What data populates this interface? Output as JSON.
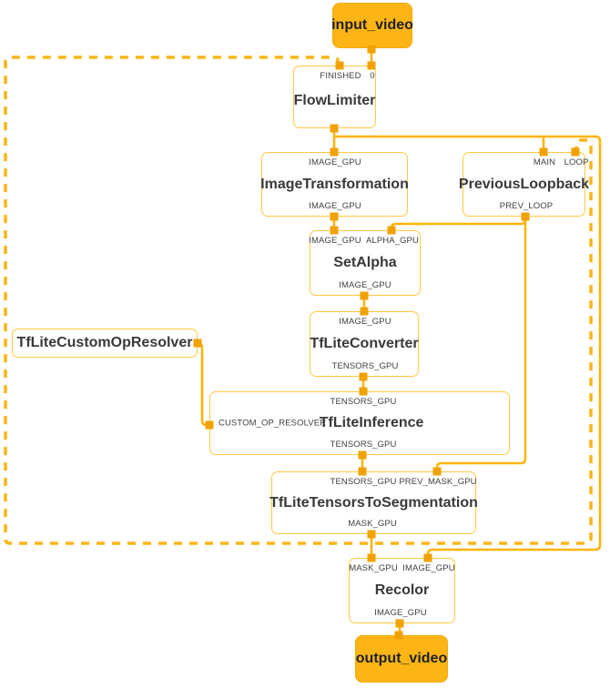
{
  "diagram": {
    "kind": "mediapipe-graph",
    "nodes": {
      "input_video": {
        "label": "input_video"
      },
      "flow_limiter": {
        "title": "FlowLimiter",
        "finished": "FINISHED",
        "zero": "0"
      },
      "image_transformation": {
        "title": "ImageTransformation",
        "in": "IMAGE_GPU",
        "out": "IMAGE_GPU"
      },
      "previous_loopback": {
        "title": "PreviousLoopback",
        "main": "MAIN",
        "loop": "LOOP",
        "out": "PREV_LOOP"
      },
      "set_alpha": {
        "title": "SetAlpha",
        "image": "IMAGE_GPU",
        "alpha": "ALPHA_GPU",
        "out": "IMAGE_GPU"
      },
      "tflite_converter": {
        "title": "TfLiteConverter",
        "in": "IMAGE_GPU",
        "out": "TENSORS_GPU"
      },
      "tflite_custom_op_resolver": {
        "title": "TfLiteCustomOpResolver"
      },
      "tflite_inference": {
        "title": "TfLiteInference",
        "in": "TENSORS_GPU",
        "side": "CUSTOM_OP_RESOLVER",
        "out": "TENSORS_GPU"
      },
      "tflite_tensors_to_segmentation": {
        "title": "TfLiteTensorsToSegmentation",
        "tensors": "TENSORS_GPU",
        "prev_mask": "PREV_MASK_GPU",
        "out": "MASK_GPU"
      },
      "recolor": {
        "title": "Recolor",
        "mask": "MASK_GPU",
        "image": "IMAGE_GPU",
        "out": "IMAGE_GPU"
      },
      "output_video": {
        "label": "output_video"
      }
    },
    "colors": {
      "edge": "#FFB300",
      "back_edge_dashed": "#FBB515",
      "node_border": "#FFC845",
      "port_marker": "#F0A202",
      "stream_node_fill": "#FDB515",
      "title_text": "#37393a",
      "port_label_text": "#3e4043"
    }
  }
}
